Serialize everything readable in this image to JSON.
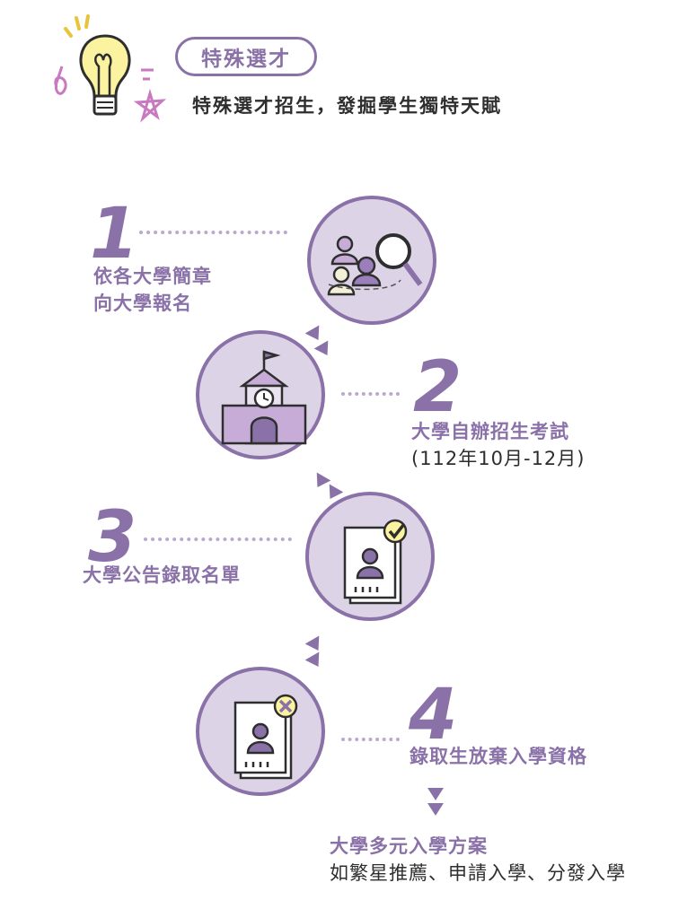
{
  "header": {
    "badge": "特殊選才",
    "subtitle": "特殊選才招生，發掘學生獨特天賦"
  },
  "steps": [
    {
      "number": "1",
      "lines": [
        "依各大學簡章",
        "向大學報名"
      ],
      "icon": "people-search-icon"
    },
    {
      "number": "2",
      "lines": [
        "大學自辦招生考試",
        "(112年10月-12月)"
      ],
      "icon": "school-building-icon"
    },
    {
      "number": "3",
      "lines": [
        "大學公告錄取名單"
      ],
      "icon": "approved-document-icon"
    },
    {
      "number": "4",
      "lines": [
        "錄取生放棄入學資格"
      ],
      "icon": "rejected-document-icon"
    }
  ],
  "footer": {
    "title": "大學多元入學方案",
    "detail": "如繁星推薦、申請入學、分發入學"
  },
  "colors": {
    "accent": "#8a72a8",
    "circle_fill": "#ddd3e6",
    "bulb": "#fbf3a0"
  }
}
